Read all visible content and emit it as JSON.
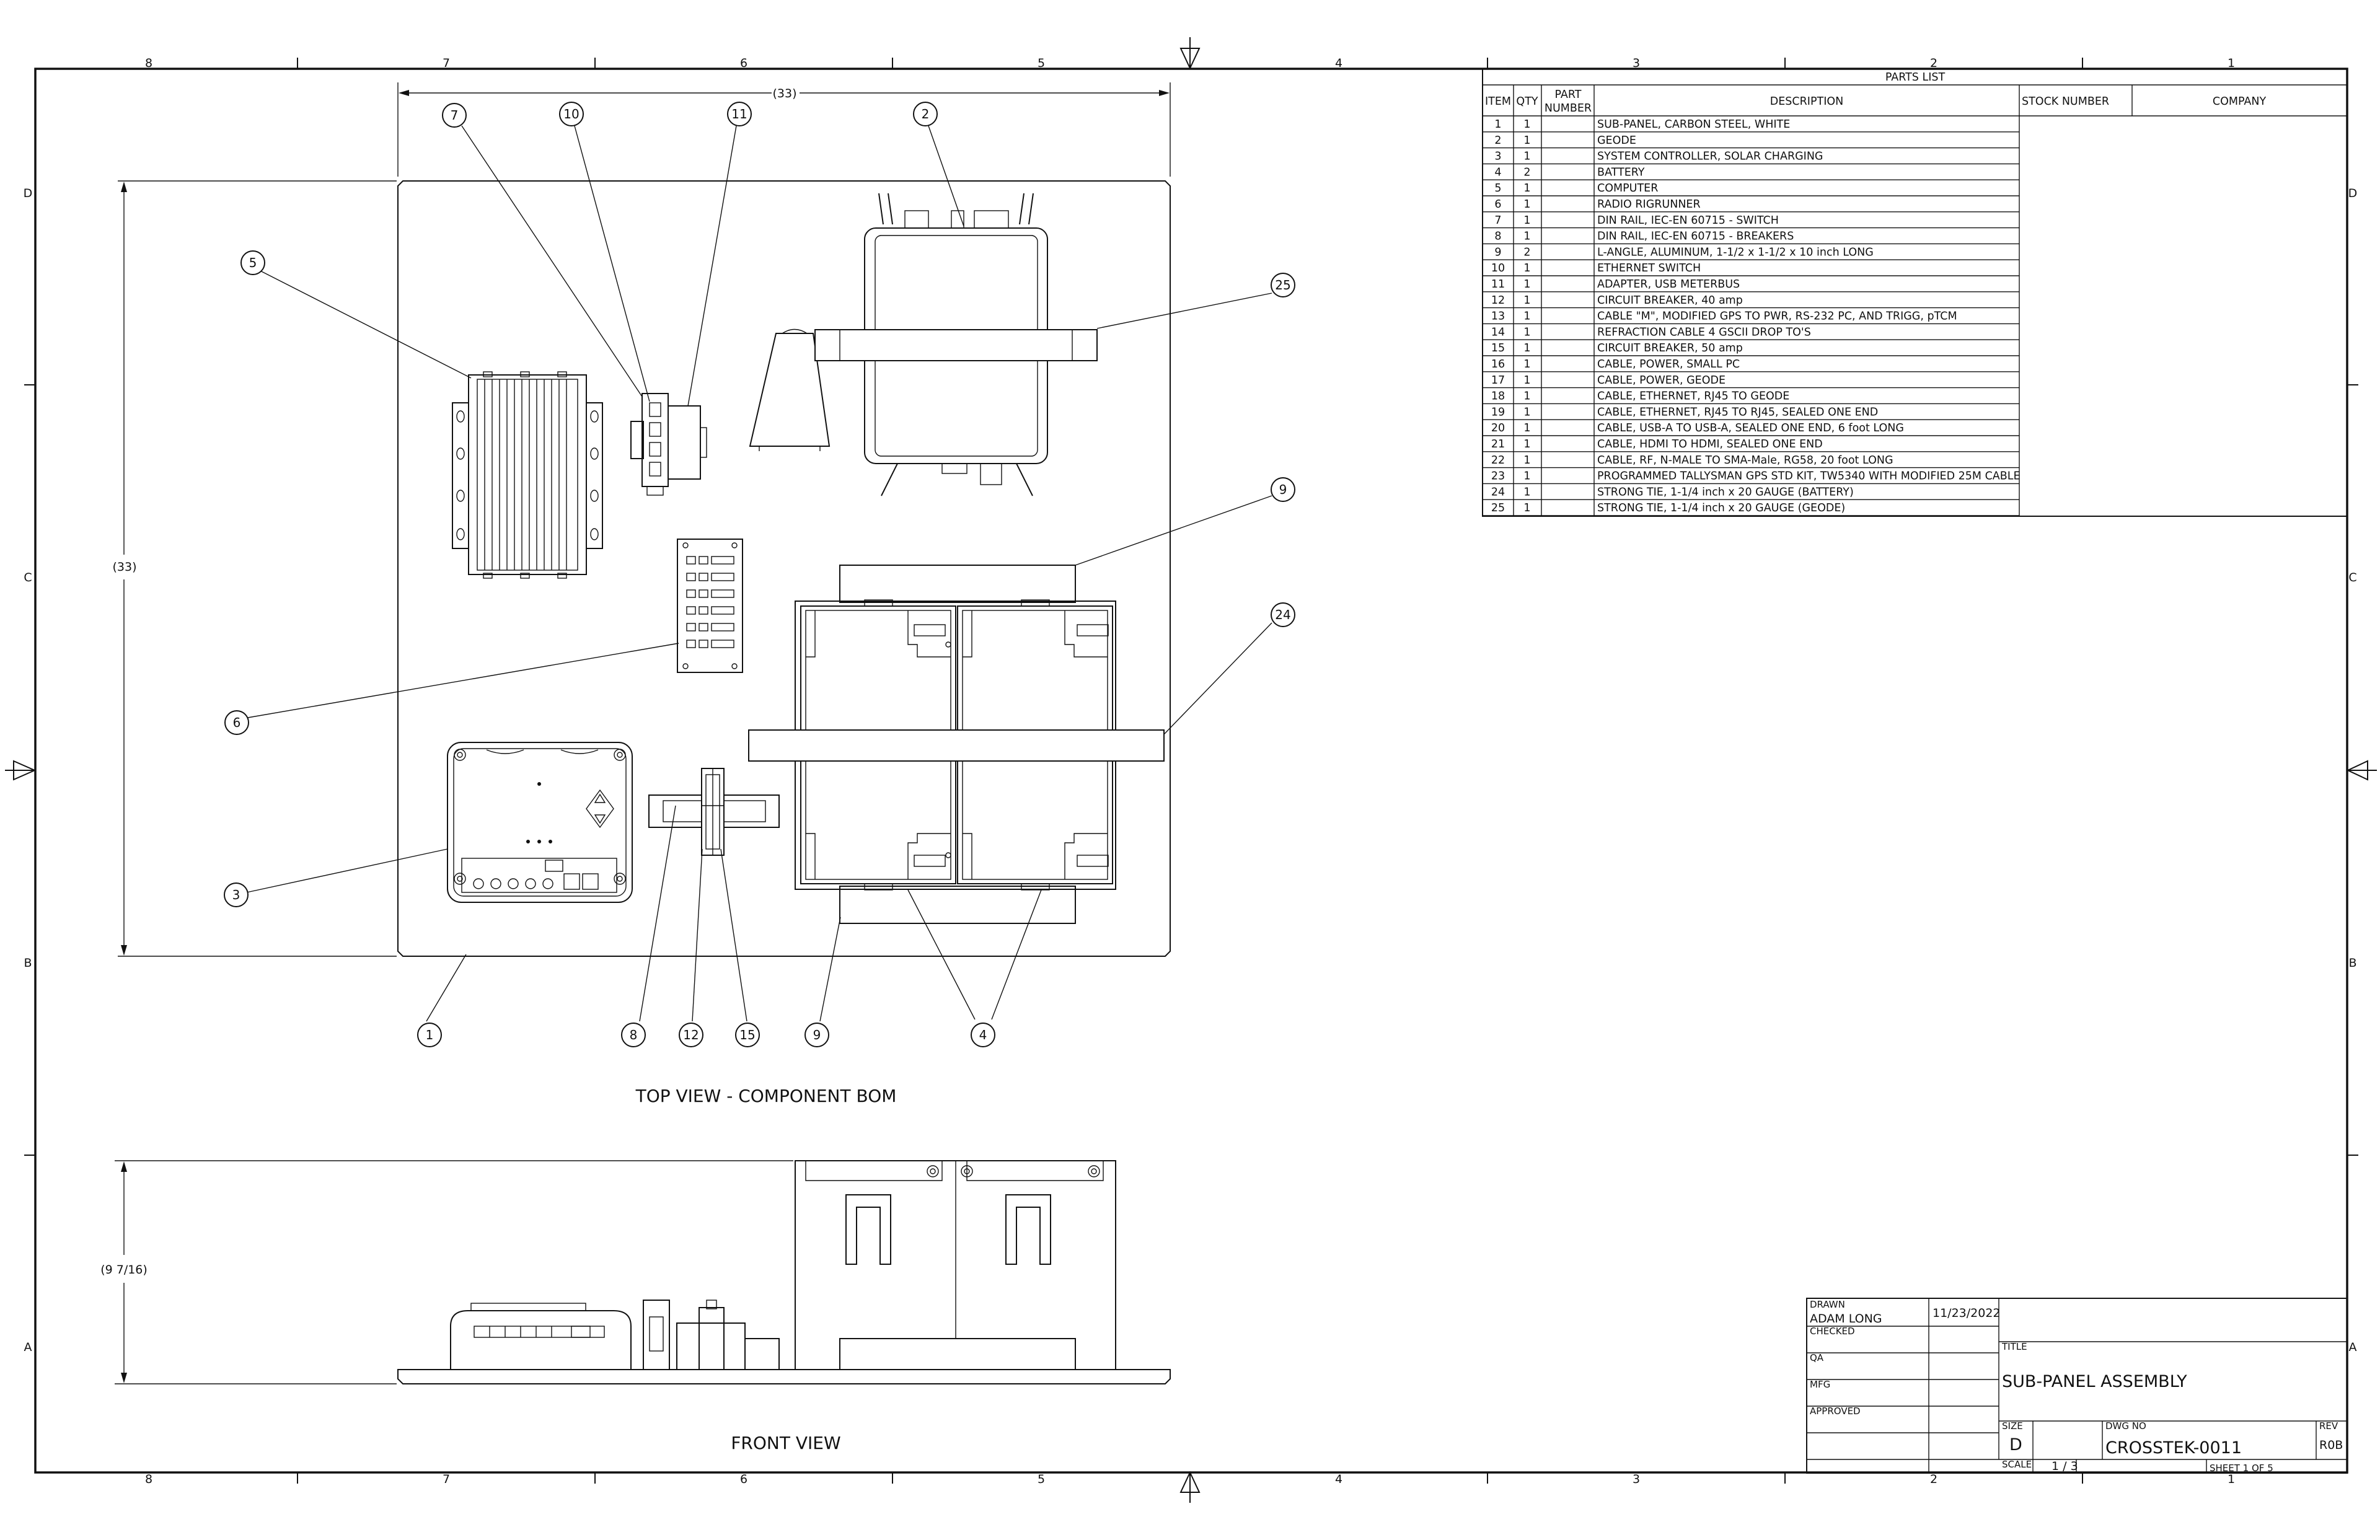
{
  "zones": {
    "columns": [
      "8",
      "7",
      "6",
      "5",
      "4",
      "3",
      "2",
      "1"
    ],
    "rows": [
      "D",
      "C",
      "B",
      "A"
    ]
  },
  "parts_list": {
    "title": "PARTS LIST",
    "headers": {
      "item": "ITEM",
      "qty": "QTY",
      "part_number_1": "PART",
      "part_number_2": "NUMBER",
      "description": "DESCRIPTION",
      "stock_number": "STOCK NUMBER",
      "company": "COMPANY"
    },
    "rows": [
      {
        "item": "1",
        "qty": "1",
        "desc": "SUB-PANEL, CARBON STEEL, WHITE"
      },
      {
        "item": "2",
        "qty": "1",
        "desc": "GEODE"
      },
      {
        "item": "3",
        "qty": "1",
        "desc": "SYSTEM CONTROLLER, SOLAR CHARGING"
      },
      {
        "item": "4",
        "qty": "2",
        "desc": "BATTERY"
      },
      {
        "item": "5",
        "qty": "1",
        "desc": "COMPUTER"
      },
      {
        "item": "6",
        "qty": "1",
        "desc": "RADIO RIGRUNNER"
      },
      {
        "item": "7",
        "qty": "1",
        "desc": "DIN RAIL, IEC-EN 60715 - SWITCH"
      },
      {
        "item": "8",
        "qty": "1",
        "desc": "DIN RAIL, IEC-EN 60715 - BREAKERS"
      },
      {
        "item": "9",
        "qty": "2",
        "desc": "L-ANGLE, ALUMINUM, 1-1/2 x 1-1/2 x 10 inch LONG"
      },
      {
        "item": "10",
        "qty": "1",
        "desc": "ETHERNET SWITCH"
      },
      {
        "item": "11",
        "qty": "1",
        "desc": "ADAPTER, USB METERBUS"
      },
      {
        "item": "12",
        "qty": "1",
        "desc": "CIRCUIT BREAKER, 40 amp"
      },
      {
        "item": "13",
        "qty": "1",
        "desc": "CABLE \"M\", MODIFIED GPS TO PWR, RS-232 PC, AND TRIGG, pTCM"
      },
      {
        "item": "14",
        "qty": "1",
        "desc": "REFRACTION CABLE 4 GSCII DROP TO'S"
      },
      {
        "item": "15",
        "qty": "1",
        "desc": "CIRCUIT BREAKER, 50 amp"
      },
      {
        "item": "16",
        "qty": "1",
        "desc": "CABLE, POWER, SMALL PC"
      },
      {
        "item": "17",
        "qty": "1",
        "desc": "CABLE, POWER, GEODE"
      },
      {
        "item": "18",
        "qty": "1",
        "desc": "CABLE, ETHERNET, RJ45 TO GEODE"
      },
      {
        "item": "19",
        "qty": "1",
        "desc": "CABLE, ETHERNET, RJ45 TO RJ45, SEALED ONE END"
      },
      {
        "item": "20",
        "qty": "1",
        "desc": "CABLE, USB-A TO USB-A, SEALED ONE END, 6 foot LONG"
      },
      {
        "item": "21",
        "qty": "1",
        "desc": "CABLE, HDMI TO HDMI, SEALED ONE END"
      },
      {
        "item": "22",
        "qty": "1",
        "desc": "CABLE, RF, N-MALE TO SMA-Male, RG58, 20 foot LONG"
      },
      {
        "item": "23",
        "qty": "1",
        "desc": "PROGRAMMED TALLYSMAN GPS STD KIT, TW5340 WITH MODIFIED 25M CABLE"
      },
      {
        "item": "24",
        "qty": "1",
        "desc": "STRONG TIE, 1-1/4 inch x 20 GAUGE (BATTERY)"
      },
      {
        "item": "25",
        "qty": "1",
        "desc": "STRONG TIE, 1-1/4 inch x 20 GAUGE (GEODE)"
      }
    ]
  },
  "views": {
    "top": "TOP VIEW - COMPONENT BOM",
    "front": "FRONT VIEW"
  },
  "dimensions": {
    "top_width": "(33)",
    "top_height": "(33)",
    "front_height": "(9 7/16)"
  },
  "balloons": [
    "7",
    "10",
    "11",
    "2",
    "5",
    "25",
    "9",
    "24",
    "6",
    "3",
    "1",
    "8",
    "12",
    "15",
    "9",
    "4"
  ],
  "title_block": {
    "drawn_label": "DRAWN",
    "drawn_by": "ADAM LONG",
    "drawn_date": "11/23/2022",
    "checked_label": "CHECKED",
    "qa_label": "QA",
    "mfg_label": "MFG",
    "approved_label": "APPROVED",
    "title_label": "TITLE",
    "title": "SUB-PANEL ASSEMBLY",
    "size_label": "SIZE",
    "size": "D",
    "dwg_no_label": "DWG NO",
    "dwg_no": "CROSSTEK-0011",
    "rev_label": "REV",
    "rev": "R0B",
    "scale_label": "SCALE",
    "scale": "1 / 3",
    "sheet": "SHEET 1  OF 5"
  }
}
